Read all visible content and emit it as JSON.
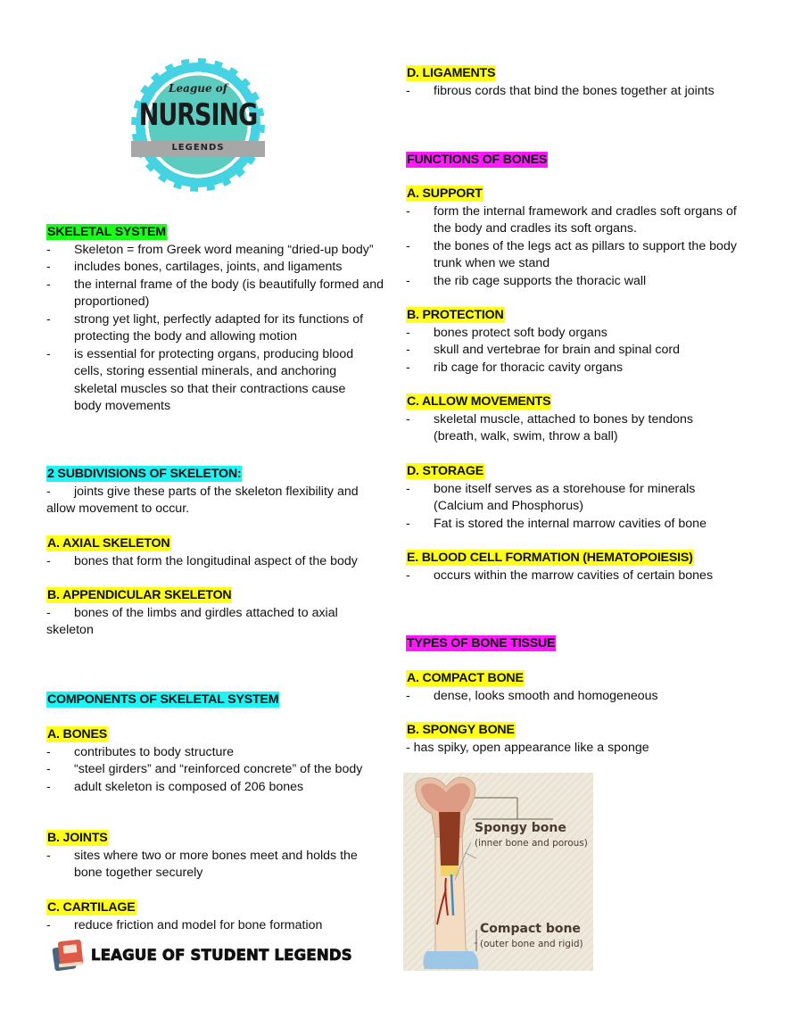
{
  "logo": {
    "line1": "League of",
    "line2": "NURSING",
    "line3": "LEGENDS"
  },
  "left": {
    "skeletal_system": {
      "heading": "SKELETAL SYSTEM",
      "bullets": [
        "Skeleton = from Greek word meaning “dried-up body”",
        "includes bones, cartilages, joints, and ligaments",
        "the internal frame of the body (is beautifully formed and proportioned)",
        "strong yet light, perfectly adapted for its functions of protecting the body and allowing motion",
        "is essential for protecting organs, producing blood cells, storing essential minerals, and anchoring skeletal muscles so that their contractions cause body movements"
      ]
    },
    "subdivisions": {
      "heading": "2 SUBDIVISIONS OF SKELETON:",
      "intro_dash": "-",
      "intro": "joints give these parts of the skeleton flexibility and allow movement to occur.",
      "axial": {
        "heading": "A.  AXIAL SKELETON",
        "bullets": [
          "bones that form the longitudinal aspect of the body"
        ]
      },
      "appendicular": {
        "heading": "B.  APPENDICULAR SKELETON",
        "dash": "-",
        "text": "bones of the limbs and girdles attached to axial skeleton"
      }
    },
    "components": {
      "heading": "COMPONENTS OF SKELETAL SYSTEM",
      "bones": {
        "heading": "A.  BONES",
        "bullets": [
          "contributes to body structure",
          "“steel girders” and “reinforced concrete” of the body",
          "adult skeleton is composed of 206 bones"
        ]
      },
      "joints": {
        "heading": "B.  JOINTS",
        "bullets": [
          "sites where two or more bones meet and holds the bone together securely"
        ]
      },
      "cartilage": {
        "heading": "C.  CARTILAGE",
        "bullets": [
          "reduce friction and model for bone formation"
        ]
      }
    }
  },
  "right": {
    "ligaments": {
      "heading": "D.  LIGAMENTS",
      "bullets": [
        "fibrous cords that bind the bones together at joints"
      ]
    },
    "functions": {
      "heading": "FUNCTIONS OF BONES",
      "support": {
        "heading": "A.  SUPPORT",
        "bullets": [
          "form the internal framework and cradles soft organs of the body and cradles its soft organs.",
          "the bones of the legs act as pillars to support the body trunk when we stand",
          "the rib cage supports the thoracic wall"
        ]
      },
      "protection": {
        "heading": "B.  PROTECTION",
        "bullets": [
          "bones protect soft body organs",
          "skull and vertebrae for brain and spinal cord",
          "rib cage for thoracic cavity organs"
        ]
      },
      "movements": {
        "heading": "C.  ALLOW MOVEMENTS",
        "bullets": [
          "skeletal muscle, attached to bones by tendons (breath, walk, swim, throw a ball)"
        ]
      },
      "storage": {
        "heading": "D.  STORAGE",
        "bullets": [
          "bone itself serves as a storehouse for minerals (Calcium and Phosphorus)",
          "Fat is stored the internal marrow cavities of bone"
        ]
      },
      "blood": {
        "heading": "E.  BLOOD CELL FORMATION (HEMATOPOIESIS)",
        "bullets": [
          "occurs within the marrow cavities of certain bones"
        ]
      }
    },
    "tissue": {
      "heading": "TYPES OF BONE TISSUE",
      "compact": {
        "heading": "A.  COMPACT BONE",
        "bullets": [
          "dense, looks smooth and homogeneous"
        ]
      },
      "spongy": {
        "heading": "B.  SPONGY BONE",
        "text": "- has spiky, open appearance like a sponge"
      }
    },
    "figure": {
      "spongy_label": "Spongy bone",
      "spongy_sub": "(inner bone and porous)",
      "compact_label": "Compact bone",
      "compact_sub": "(outer bone and rigid)"
    }
  },
  "footer": {
    "brand": "LEAGUE OF STUDENT LEGENDS"
  },
  "colors": {
    "highlight_green": "#19ff19",
    "highlight_cyan": "#1ef3f5",
    "highlight_yellow": "#ffff1a",
    "highlight_magenta": "#ff19ff"
  }
}
